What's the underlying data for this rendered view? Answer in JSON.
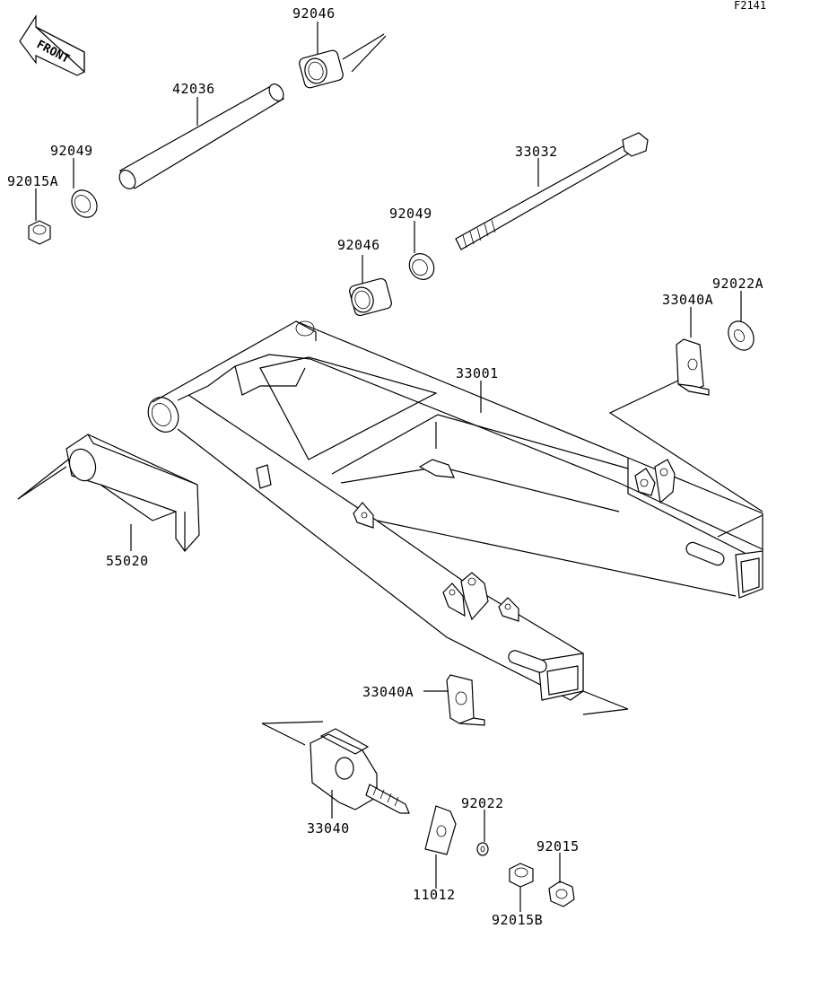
{
  "figure_code": "F2141",
  "front_label": "FRONT",
  "parts": {
    "p92046_top": "92046",
    "p42036": "42036",
    "p92049_left": "92049",
    "p92015A": "92015A",
    "p33032": "33032",
    "p92049_mid": "92049",
    "p92046_mid": "92046",
    "p33040A_right": "33040A",
    "p92022A": "92022A",
    "p33001": "33001",
    "p55020": "55020",
    "p33040A_bottom": "33040A",
    "p33040": "33040",
    "p92022": "92022",
    "p11012": "11012",
    "p92015": "92015",
    "p92015B": "92015B"
  }
}
